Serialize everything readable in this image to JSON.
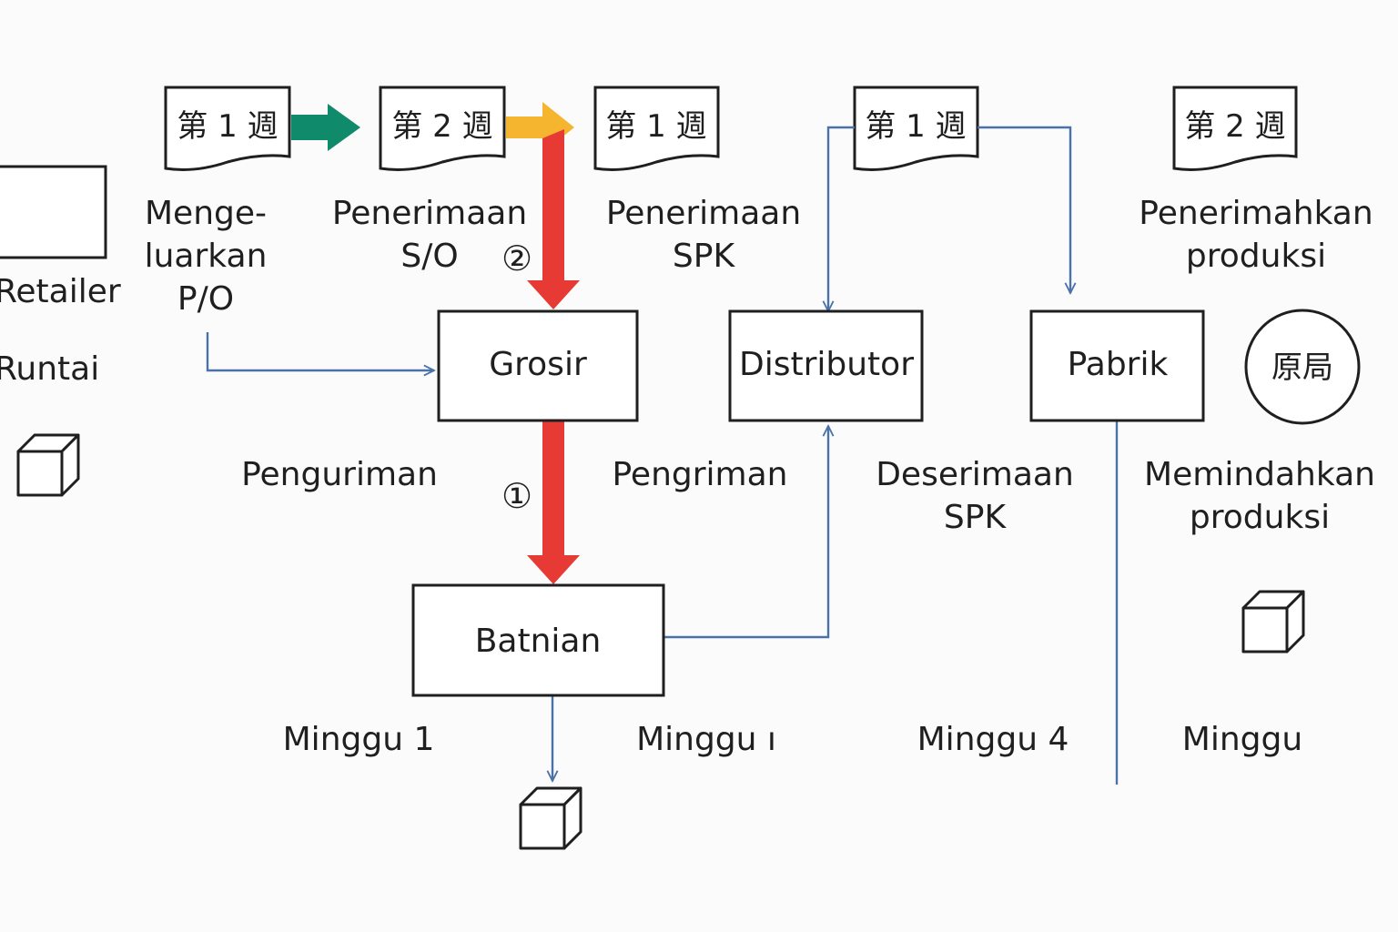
{
  "documents": [
    {
      "id": "doc-1",
      "label": "第 1 週"
    },
    {
      "id": "doc-2",
      "label": "第 2 週"
    },
    {
      "id": "doc-3",
      "label": "第 1 週"
    },
    {
      "id": "doc-4",
      "label": "第 1 週"
    },
    {
      "id": "doc-5",
      "label": "第 2 週"
    }
  ],
  "captions": {
    "retailer": "Retailer",
    "runtai": "Runtai",
    "mengeluarkan": [
      "Menge-",
      "luarkan",
      "P/O"
    ],
    "penerimaan_so": [
      "Penerimaan",
      "S/O"
    ],
    "penerimaan_spk": [
      "Penerimaan",
      "SPK"
    ],
    "penerimahkan": [
      "Penerimahkan",
      "produksi"
    ],
    "penguriman": "Penguriman",
    "pengriman": "Pengriman",
    "deserimaan": [
      "Deserimaan",
      "SPK"
    ],
    "memindahkan": [
      "Memindahkan",
      "produksi"
    ],
    "minggu_1a": "Minggu 1",
    "minggu_1b": "Minggu ı",
    "minggu_4": "Minggu 4",
    "minggu": "Minggu"
  },
  "nodes": {
    "grosir": "Grosir",
    "distributor": "Distributor",
    "pabrik": "Pabrik",
    "batnian": "Batnian",
    "circle": "原局"
  },
  "badges": {
    "one": "①",
    "two": "②"
  },
  "colors": {
    "green_arrow": "#0f8a6a",
    "yellow_arrow": "#f6b52e",
    "red_arrow": "#e83a34",
    "blue_line": "#4a72a8",
    "stroke": "#1f1f1f"
  }
}
